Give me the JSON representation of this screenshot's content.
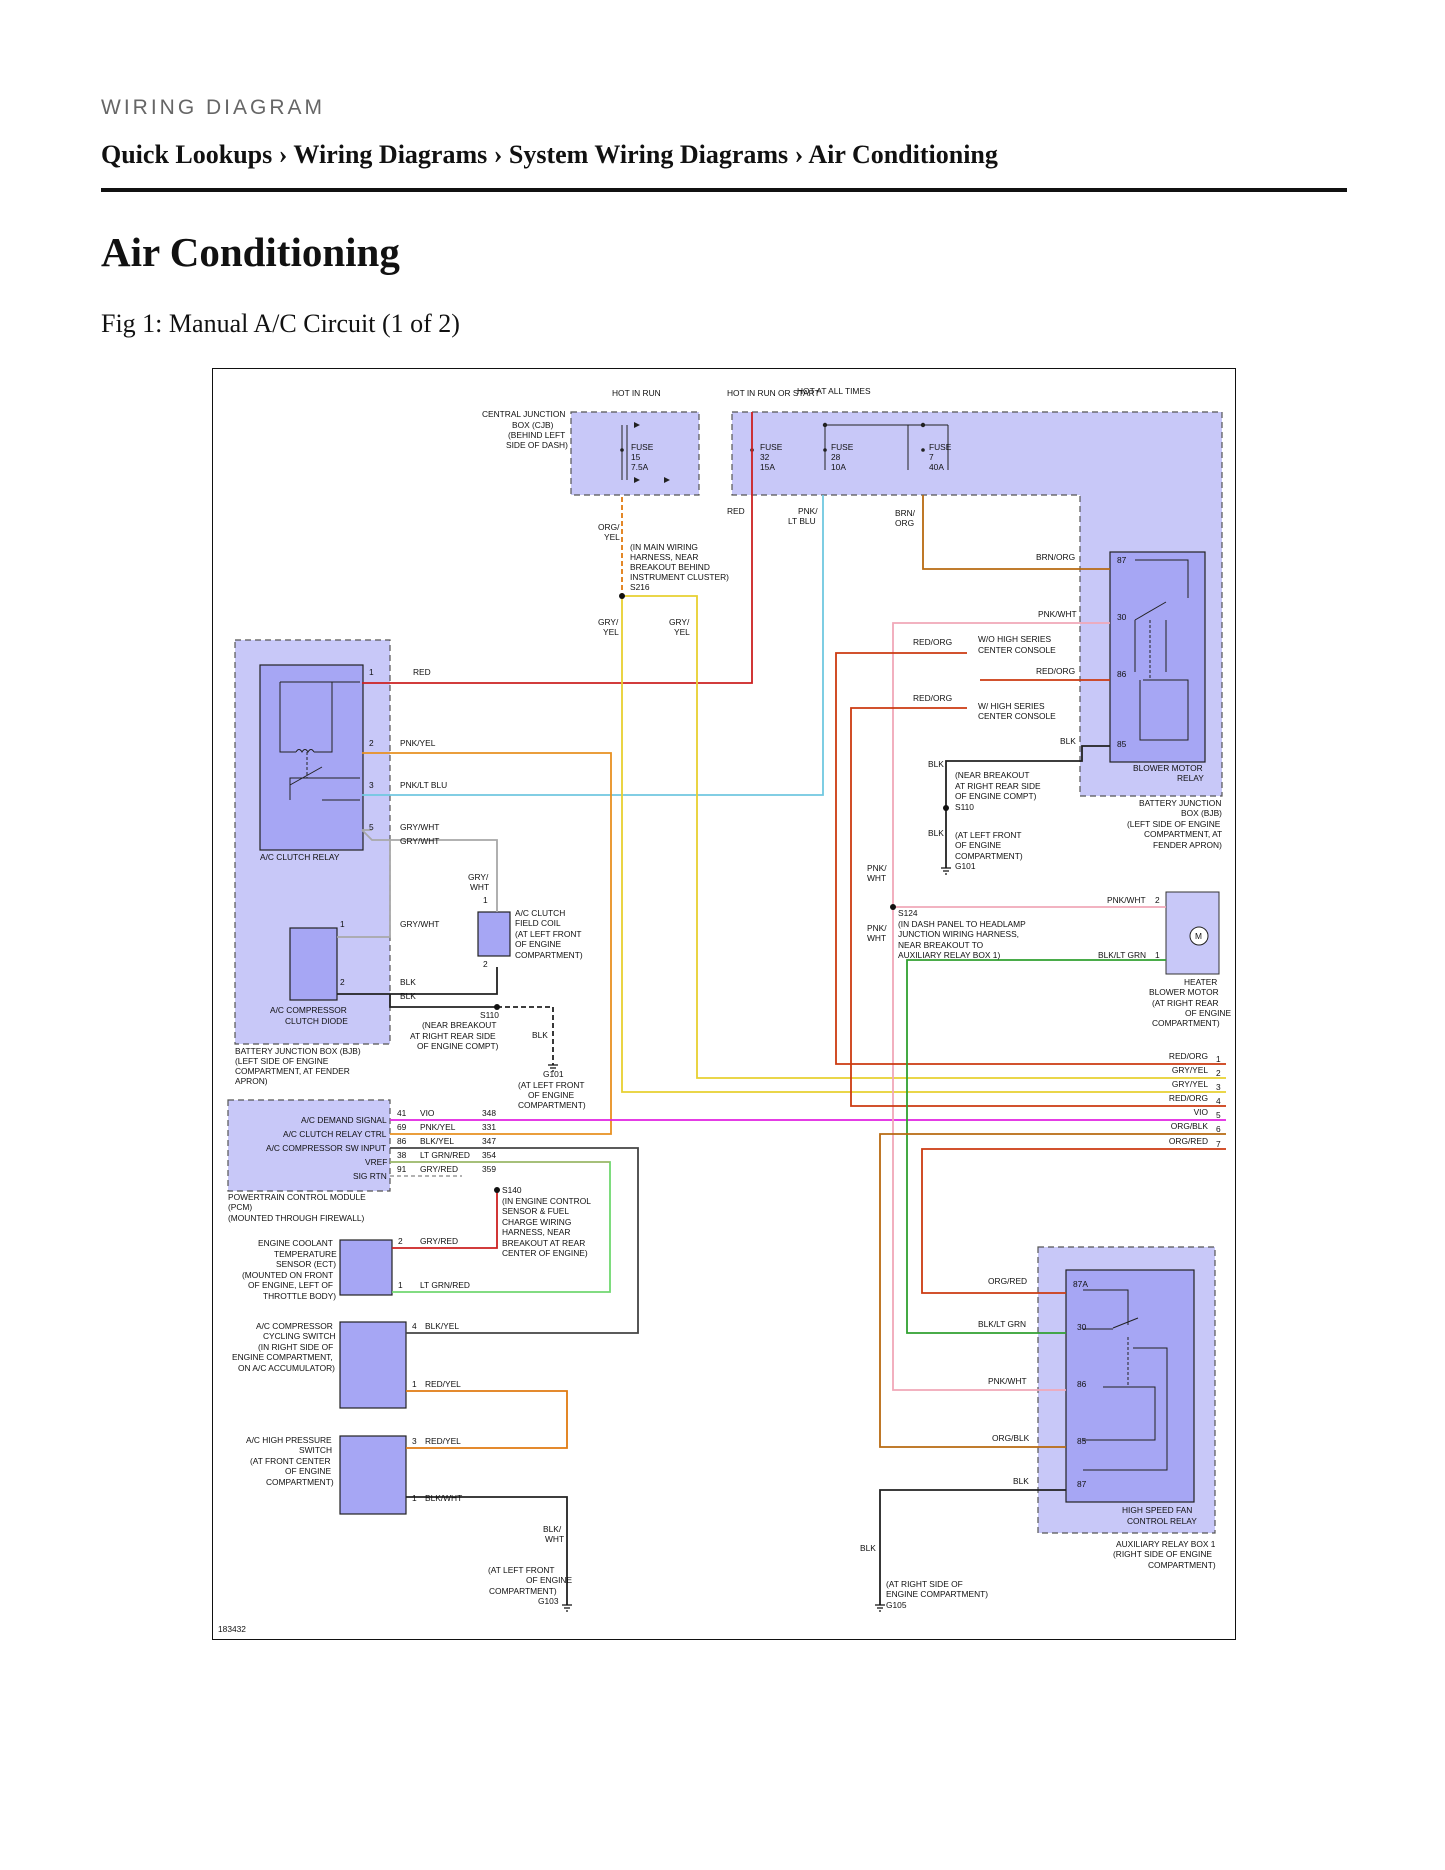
{
  "header": {
    "kicker": "WIRING DIAGRAM",
    "breadcrumb": "Quick Lookups › Wiring Diagrams › System Wiring Diagrams › Air Conditioning"
  },
  "page_title": "Air Conditioning",
  "figure_caption": "Fig 1: Manual A/C Circuit (1 of 2)",
  "diagram": {
    "number": "183432",
    "colors": {
      "box_fill": "#c8c8f8",
      "component_fill": "#a6a6f4",
      "red": "#cc2020",
      "orange": "#e07a10",
      "brown_orange": "#b86a10",
      "yellow": "#e8d030",
      "light_blue": "#70c8e0",
      "pink": "#f0a8b8",
      "gray": "#a8a8a8",
      "violet": "#e020e0",
      "green": "#30b030",
      "light_green": "#80e080",
      "black": "#222222"
    },
    "cjb": {
      "hot_in_run": "HOT IN RUN",
      "hot_in_run_or_start": "HOT IN RUN OR START",
      "hot_at_all_times": "HOT AT ALL TIMES",
      "label_1": "CENTRAL JUNCTION",
      "label_2": "BOX (CJB)",
      "label_3": "(BEHIND LEFT",
      "label_4": "SIDE OF DASH)",
      "fuse15": "FUSE",
      "fuse15_num": "15",
      "fuse15_amp": "7.5A",
      "fuse32": "FUSE",
      "fuse32_num": "32",
      "fuse32_amp": "15A",
      "fuse28": "FUSE",
      "fuse28_num": "28",
      "fuse28_amp": "10A",
      "fuse7": "FUSE",
      "fuse7_num": "7",
      "fuse7_amp": "40A"
    },
    "wires_top": {
      "org_yel": "ORG/",
      "org_yel2": "YEL",
      "red": "RED",
      "pnk_ltblu": "PNK/",
      "pnk_ltblu2": "LT BLU",
      "brn_org": "BRN/",
      "brn_org2": "ORG",
      "s216_1": "(IN MAIN WIRING",
      "s216_2": "HARNESS, NEAR",
      "s216_3": "BREAKOUT BEHIND",
      "s216_4": "INSTRUMENT CLUSTER)",
      "s216": "S216",
      "gry_yel_l": "GRY/",
      "gry_yel_l2": "YEL",
      "gry_yel_r": "GRY/",
      "gry_yel_r2": "YEL"
    },
    "ac_relay": {
      "pin1": "1",
      "wire1": "RED",
      "pin2": "2",
      "wire2": "PNK/YEL",
      "pin3": "3",
      "wire3": "PNK/LT BLU",
      "pin5": "5",
      "wire5a": "GRY/WHT",
      "wire5b": "GRY/WHT",
      "label": "A/C CLUTCH RELAY"
    },
    "diode": {
      "pin1": "1",
      "wire1": "GRY/WHT",
      "pin2": "2",
      "wire2a": "BLK",
      "wire2b": "BLK",
      "label_1": "A/C COMPRESSOR",
      "label_2": "CLUTCH DIODE"
    },
    "bjb_left": {
      "l1": "BATTERY JUNCTION BOX (BJB)",
      "l2": "(LEFT SIDE OF ENGINE",
      "l3": "COMPARTMENT, AT FENDER",
      "l4": "APRON)"
    },
    "clutch_coil": {
      "wire_a": "GRY/",
      "wire_b": "WHT",
      "pin1": "1",
      "pin2": "2",
      "l1": "A/C CLUTCH",
      "l2": "FIELD COIL",
      "l3": "(AT LEFT FRONT",
      "l4": "OF ENGINE",
      "l5": "COMPARTMENT)"
    },
    "s110_left": {
      "name": "S110",
      "l1": "(NEAR BREAKOUT",
      "l2": "AT RIGHT REAR SIDE",
      "l3": "OF ENGINE COMPT)",
      "blk": "BLK"
    },
    "g101_left": {
      "name": "G101",
      "l1": "(AT LEFT FRONT",
      "l2": "OF ENGINE",
      "l3": "COMPARTMENT)"
    },
    "pcm": {
      "sig1": "A/C DEMAND SIGNAL",
      "pin1": "41",
      "wire1": "VIO",
      "circ1": "348",
      "sig2": "A/C CLUTCH RELAY CTRL",
      "pin2": "69",
      "wire2": "PNK/YEL",
      "circ2": "331",
      "sig3": "A/C COMPRESSOR SW INPUT",
      "pin3": "86",
      "wire3": "BLK/YEL",
      "circ3": "347",
      "sig4": "VREF",
      "pin4": "38",
      "wire4": "LT GRN/RED",
      "circ4": "354",
      "sig5": "SIG RTN",
      "pin5": "91",
      "wire5": "GRY/RED",
      "circ5": "359",
      "l1": "POWERTRAIN CONTROL MODULE",
      "l2": "(PCM)",
      "l3": "(MOUNTED THROUGH FIREWALL)"
    },
    "s140": {
      "name": "S140",
      "l1": "(IN ENGINE CONTROL",
      "l2": "SENSOR & FUEL",
      "l3": "CHARGE WIRING",
      "l4": "HARNESS, NEAR",
      "l5": "BREAKOUT AT REAR",
      "l6": "CENTER OF ENGINE)"
    },
    "ect": {
      "l1": "ENGINE COOLANT",
      "l2": "TEMPERATURE",
      "l3": "SENSOR (ECT)",
      "l4": "(MOUNTED ON FRONT",
      "l5": "OF ENGINE, LEFT OF",
      "l6": "THROTTLE BODY)",
      "pin2": "2",
      "wire2": "GRY/RED",
      "pin1": "1",
      "wire1": "LT GRN/RED"
    },
    "cycling": {
      "l1": "A/C COMPRESSOR",
      "l2": "CYCLING SWITCH",
      "l3": "(IN RIGHT SIDE OF",
      "l4": "ENGINE COMPARTMENT,",
      "l5": "ON A/C ACCUMULATOR)",
      "pin4": "4",
      "wire4": "BLK/YEL",
      "pin1": "1",
      "wire1": "RED/YEL"
    },
    "hps": {
      "l1": "A/C HIGH PRESSURE",
      "l2": "SWITCH",
      "l3": "(AT FRONT CENTER",
      "l4": "OF ENGINE",
      "l5": "COMPARTMENT)",
      "pin3": "3",
      "wire3": "RED/YEL",
      "pin1": "1",
      "wire1": "BLK/WHT"
    },
    "g103": {
      "wire_a": "BLK/",
      "wire_b": "WHT",
      "l1": "(AT LEFT FRONT",
      "l2": "OF ENGINE",
      "l3": "COMPARTMENT)",
      "name": "G103"
    },
    "blower_relay": {
      "pin87": "87",
      "wire87": "BRN/ORG",
      "pin30": "30",
      "wire30": "PNK/WHT",
      "pin86": "86",
      "wire86": "RED/ORG",
      "pin85": "85",
      "wire85": "BLK",
      "l1": "BLOWER MOTOR",
      "l2": "RELAY",
      "wo_hsc_wire": "RED/ORG",
      "wo_hsc_1": "W/O HIGH SERIES",
      "wo_hsc_2": "CENTER CONSOLE",
      "w_hsc_wire": "RED/ORG",
      "w_hsc_1": "W/ HIGH SERIES",
      "w_hsc_2": "CENTER CONSOLE"
    },
    "bjb_right": {
      "l1": "BATTERY JUNCTION",
      "l2": "BOX (BJB)",
      "l3": "(LEFT SIDE OF ENGINE",
      "l4": "COMPARTMENT, AT",
      "l5": "FENDER APRON)"
    },
    "s110_right": {
      "blk": "BLK",
      "l1": "(NEAR BREAKOUT",
      "l2": "AT RIGHT REAR SIDE",
      "l3": "OF ENGINE COMPT)",
      "name": "S110"
    },
    "g101_right": {
      "blk": "BLK",
      "l1": "(AT LEFT FRONT",
      "l2": "OF ENGINE",
      "l3": "COMPARTMENT)",
      "name": "G101"
    },
    "s124": {
      "pw1a": "PNK/",
      "pw1b": "WHT",
      "pw2a": "PNK/",
      "pw2b": "WHT",
      "name": "S124",
      "l1": "(IN DASH PANEL TO HEADLAMP",
      "l2": "JUNCTION WIRING HARNESS,",
      "l3": "NEAR BREAKOUT TO",
      "l4": "AUXILIARY RELAY BOX 1)"
    },
    "heater_motor": {
      "wire2": "PNK/WHT",
      "pin2": "2",
      "wire1": "BLK/LT GRN",
      "pin1": "1",
      "m": "M",
      "l1": "HEATER",
      "l2": "BLOWER MOTOR",
      "l3": "(AT RIGHT REAR",
      "l4": "OF ENGINE",
      "l5": "COMPARTMENT)"
    },
    "continuation": [
      {
        "wire": "RED/ORG",
        "num": "1"
      },
      {
        "wire": "GRY/YEL",
        "num": "2"
      },
      {
        "wire": "GRY/YEL",
        "num": "3"
      },
      {
        "wire": "RED/ORG",
        "num": "4"
      },
      {
        "wire": "VIO",
        "num": "5"
      },
      {
        "wire": "ORG/BLK",
        "num": "6"
      },
      {
        "wire": "ORG/RED",
        "num": "7"
      }
    ],
    "fan_relay": {
      "pin87a": "87A",
      "wire87a": "ORG/RED",
      "pin30": "30",
      "wire30": "BLK/LT GRN",
      "pin86": "86",
      "wire86": "PNK/WHT",
      "pin85": "85",
      "wire85": "ORG/BLK",
      "pin87": "87",
      "wire87": "BLK",
      "l1": "HIGH SPEED FAN",
      "l2": "CONTROL RELAY"
    },
    "aux_box": {
      "l1": "AUXILIARY RELAY BOX 1",
      "l2": "(RIGHT SIDE OF ENGINE",
      "l3": "COMPARTMENT)"
    },
    "g105": {
      "blk": "BLK",
      "l1": "(AT RIGHT SIDE OF",
      "l2": "ENGINE COMPARTMENT)",
      "name": "G105"
    }
  }
}
